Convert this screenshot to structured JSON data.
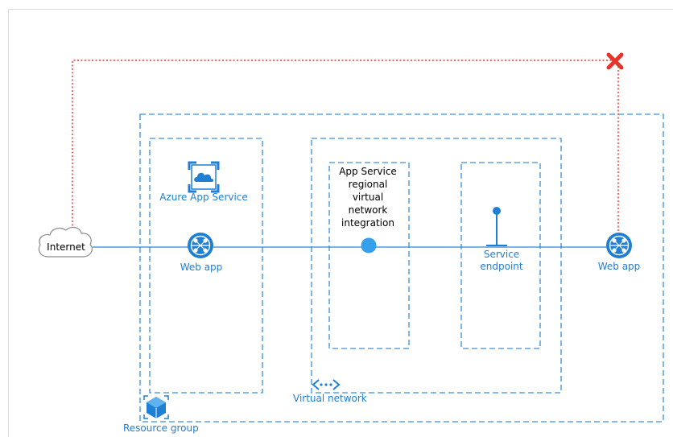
{
  "labels": {
    "internet": "Internet",
    "azure_app_service": "Azure App Service",
    "web_app_left": "Web app",
    "integration_line1": "App Service",
    "integration_line2": "regional",
    "integration_line3": "virtual",
    "integration_line4": "network",
    "integration_line5": "integration",
    "service_endpoint_line1": "Service",
    "service_endpoint_line2": "endpoint",
    "web_app_right": "Web app",
    "virtual_network": "Virtual network",
    "resource_group": "Resource group"
  },
  "colors": {
    "azure_blue": "#1f7fd4",
    "flow_line": "#2e86d6",
    "blocked_path": "#e8332a",
    "node_fill": "#37a0ec",
    "text": "#000000"
  },
  "icons": {
    "blocked": "red-x-icon",
    "web_app": "web-app-globe-icon",
    "app_service": "azure-app-service-icon",
    "vnet": "virtual-network-icon",
    "resource_group": "resource-group-cube-icon",
    "internet": "cloud-icon"
  }
}
